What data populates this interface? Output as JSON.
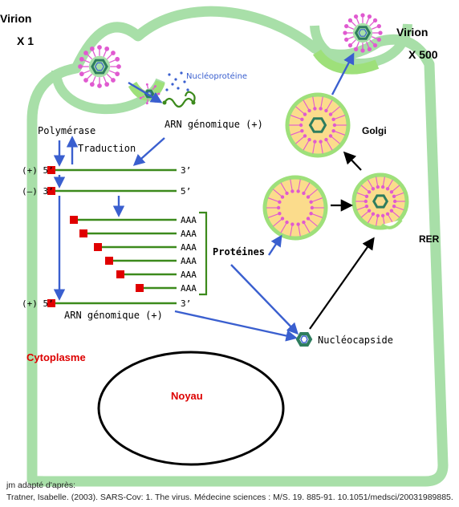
{
  "labels": {
    "virion_left": "Virion",
    "x1": "X 1",
    "virion_right": "Virion",
    "x500": "X 500",
    "nucleoproteine": "Nucléoprotéine",
    "arn_genomique_top": "ARN génomique (+)",
    "polymerase": "Polymérase",
    "traduction": "Traduction",
    "golgi": "Golgi",
    "rer": "RER",
    "proteines": "Protéines",
    "arn_genomique_bottom": "ARN génomique (+)",
    "nucleocapside": "Nucléocapside",
    "cytoplasme": "Cytoplasme",
    "noyau": "Noyau"
  },
  "strands": {
    "plus_top_5": "(+) 5’",
    "plus_top_3": "3’",
    "minus_3": "(–) 3’",
    "minus_5": "5’",
    "plus_bottom_5": "(+) 5’",
    "plus_bottom_3": "3’",
    "poly_a": [
      "AAA",
      "AAA",
      "AAA",
      "AAA",
      "AAA",
      "AAA"
    ]
  },
  "colors": {
    "membrane": "#a8dfa8",
    "strand": "#3c8a1c",
    "cap": "#e00000",
    "arrow_blue": "#3a5fcf",
    "vesicle_fill": "#fbdc8c",
    "vesicle_rim": "#9ee07a",
    "spike": "#e05ad0",
    "capsid": "#2e7d5e",
    "red_label": "#dd0000"
  },
  "caption": {
    "line1": "jm adapté d'après:",
    "line2": "Tratner, Isabelle. (2003). SARS-Cov: 1. The virus. Médecine sciences : M/S. 19. 885-91. 10.1051/medsci/20031989885."
  }
}
